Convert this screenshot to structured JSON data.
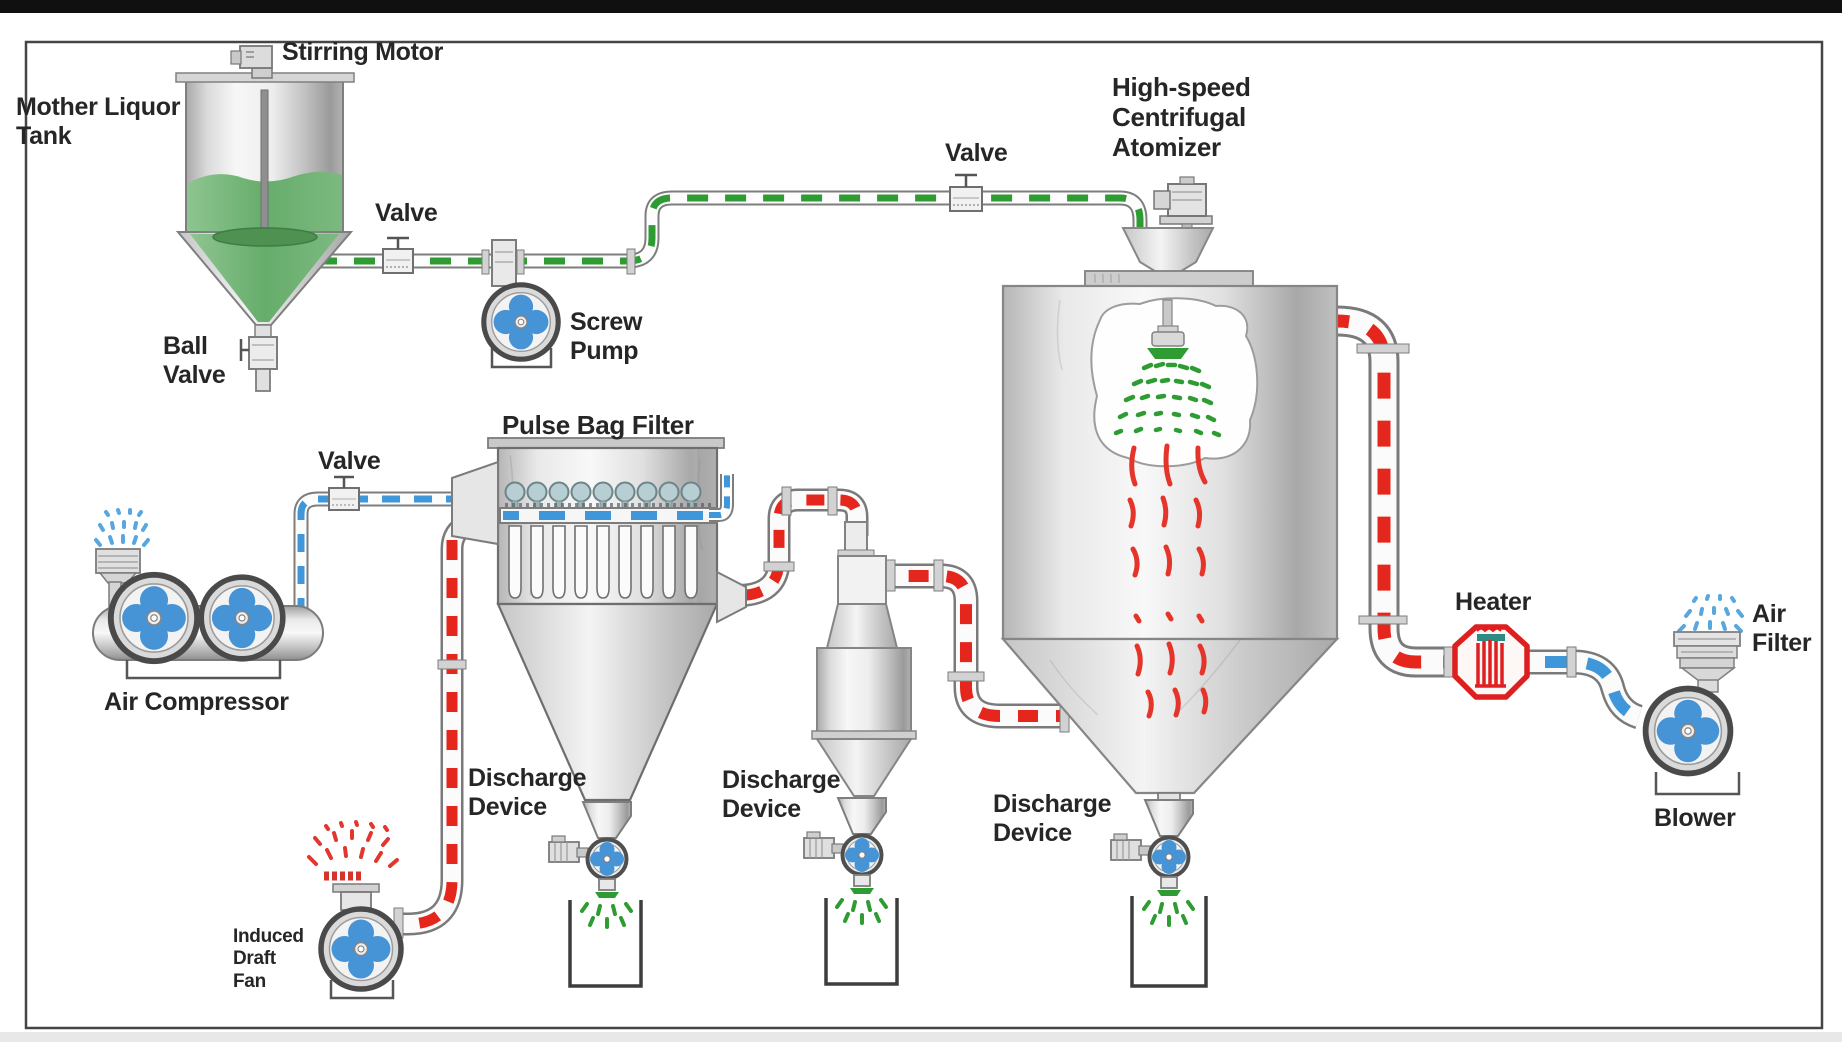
{
  "labels": {
    "stirring_motor": "Stirring Motor",
    "mother_liquor_tank": "Mother Liquor Tank",
    "valve_feed": "Valve",
    "ball_valve": "Ball Valve",
    "screw_pump": "Screw Pump",
    "valve_top": "Valve",
    "atomizer": "High-speed Centrifugal Atomizer",
    "valve_air": "Valve",
    "pulse_bag_filter": "Pulse Bag Filter",
    "air_compressor": "Air Compressor",
    "induced_draft_fan": "Induced Draft Fan",
    "discharge_device_filter": "Discharge Device",
    "discharge_device_cyclone": "Discharge Device",
    "discharge_device_tower": "Discharge Device",
    "heater": "Heater",
    "air_filter": "Air Filter",
    "blower": "Blower"
  },
  "colors": {
    "liquid_line": "#2f9c33",
    "hot_air_line": "#e5261c",
    "compressed_air_line": "#3f97d9",
    "rotor_blue": "#4694d6",
    "liquid_fill": "#6fb173",
    "heater_red": "#dd1f1f",
    "label_text": "#262626"
  }
}
